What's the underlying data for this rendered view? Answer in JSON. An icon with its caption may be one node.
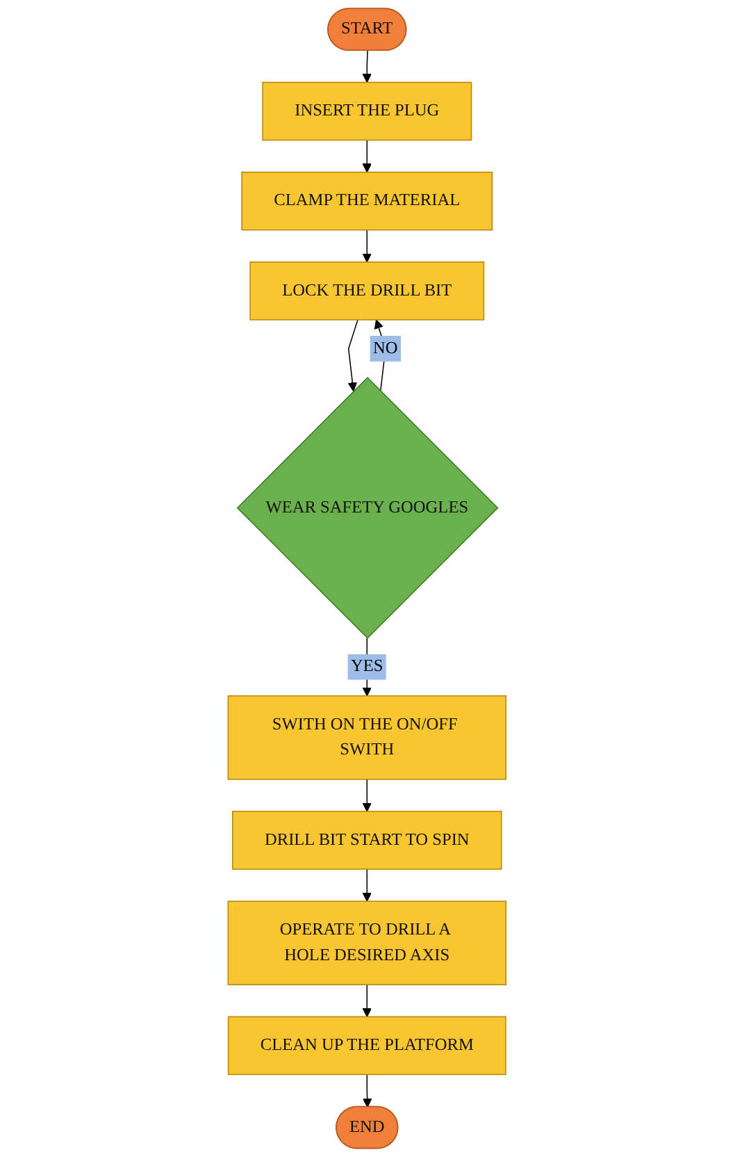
{
  "diagram": {
    "nodes": [
      {
        "text": [
          "START"
        ]
      },
      {
        "text": [
          "INSERT THE PLUG"
        ]
      },
      {
        "text": [
          "CLAMP THE MATERIAL"
        ]
      },
      {
        "text": [
          "LOCK THE DRILL BIT"
        ]
      },
      {
        "text": [
          "WEAR SAFETY GOOGLES"
        ]
      },
      {
        "text": [
          "SWITH ON THE ON/OFF SWITH"
        ]
      },
      {
        "text": [
          "DRILL BIT START TO SPIN"
        ]
      },
      {
        "text": [
          "OPERATE TO DRILL A HOLE DESIRED AXIS"
        ]
      },
      {
        "text": [
          "CLEAN UP THE PLATFORM"
        ]
      },
      {
        "text": [
          "END"
        ]
      }
    ],
    "edges": [
      {
        "from": 0,
        "to": 1,
        "arrow": "to"
      },
      {
        "from": 1,
        "to": 2,
        "arrow": "to"
      },
      {
        "from": 2,
        "to": 3,
        "arrow": "to"
      },
      {
        "from": 3,
        "to": 4,
        "arrow": "to"
      },
      {
        "from": 4,
        "to": 3,
        "arrow": "to",
        "label": "NO"
      },
      {
        "from": 4,
        "to": 5,
        "arrow": "to",
        "label": "YES"
      },
      {
        "from": 5,
        "to": 6,
        "arrow": "to"
      },
      {
        "from": 6,
        "to": 7,
        "arrow": "to"
      },
      {
        "from": 7,
        "to": 8,
        "arrow": "to"
      },
      {
        "from": 8,
        "to": 9,
        "arrow": "to"
      }
    ]
  }
}
